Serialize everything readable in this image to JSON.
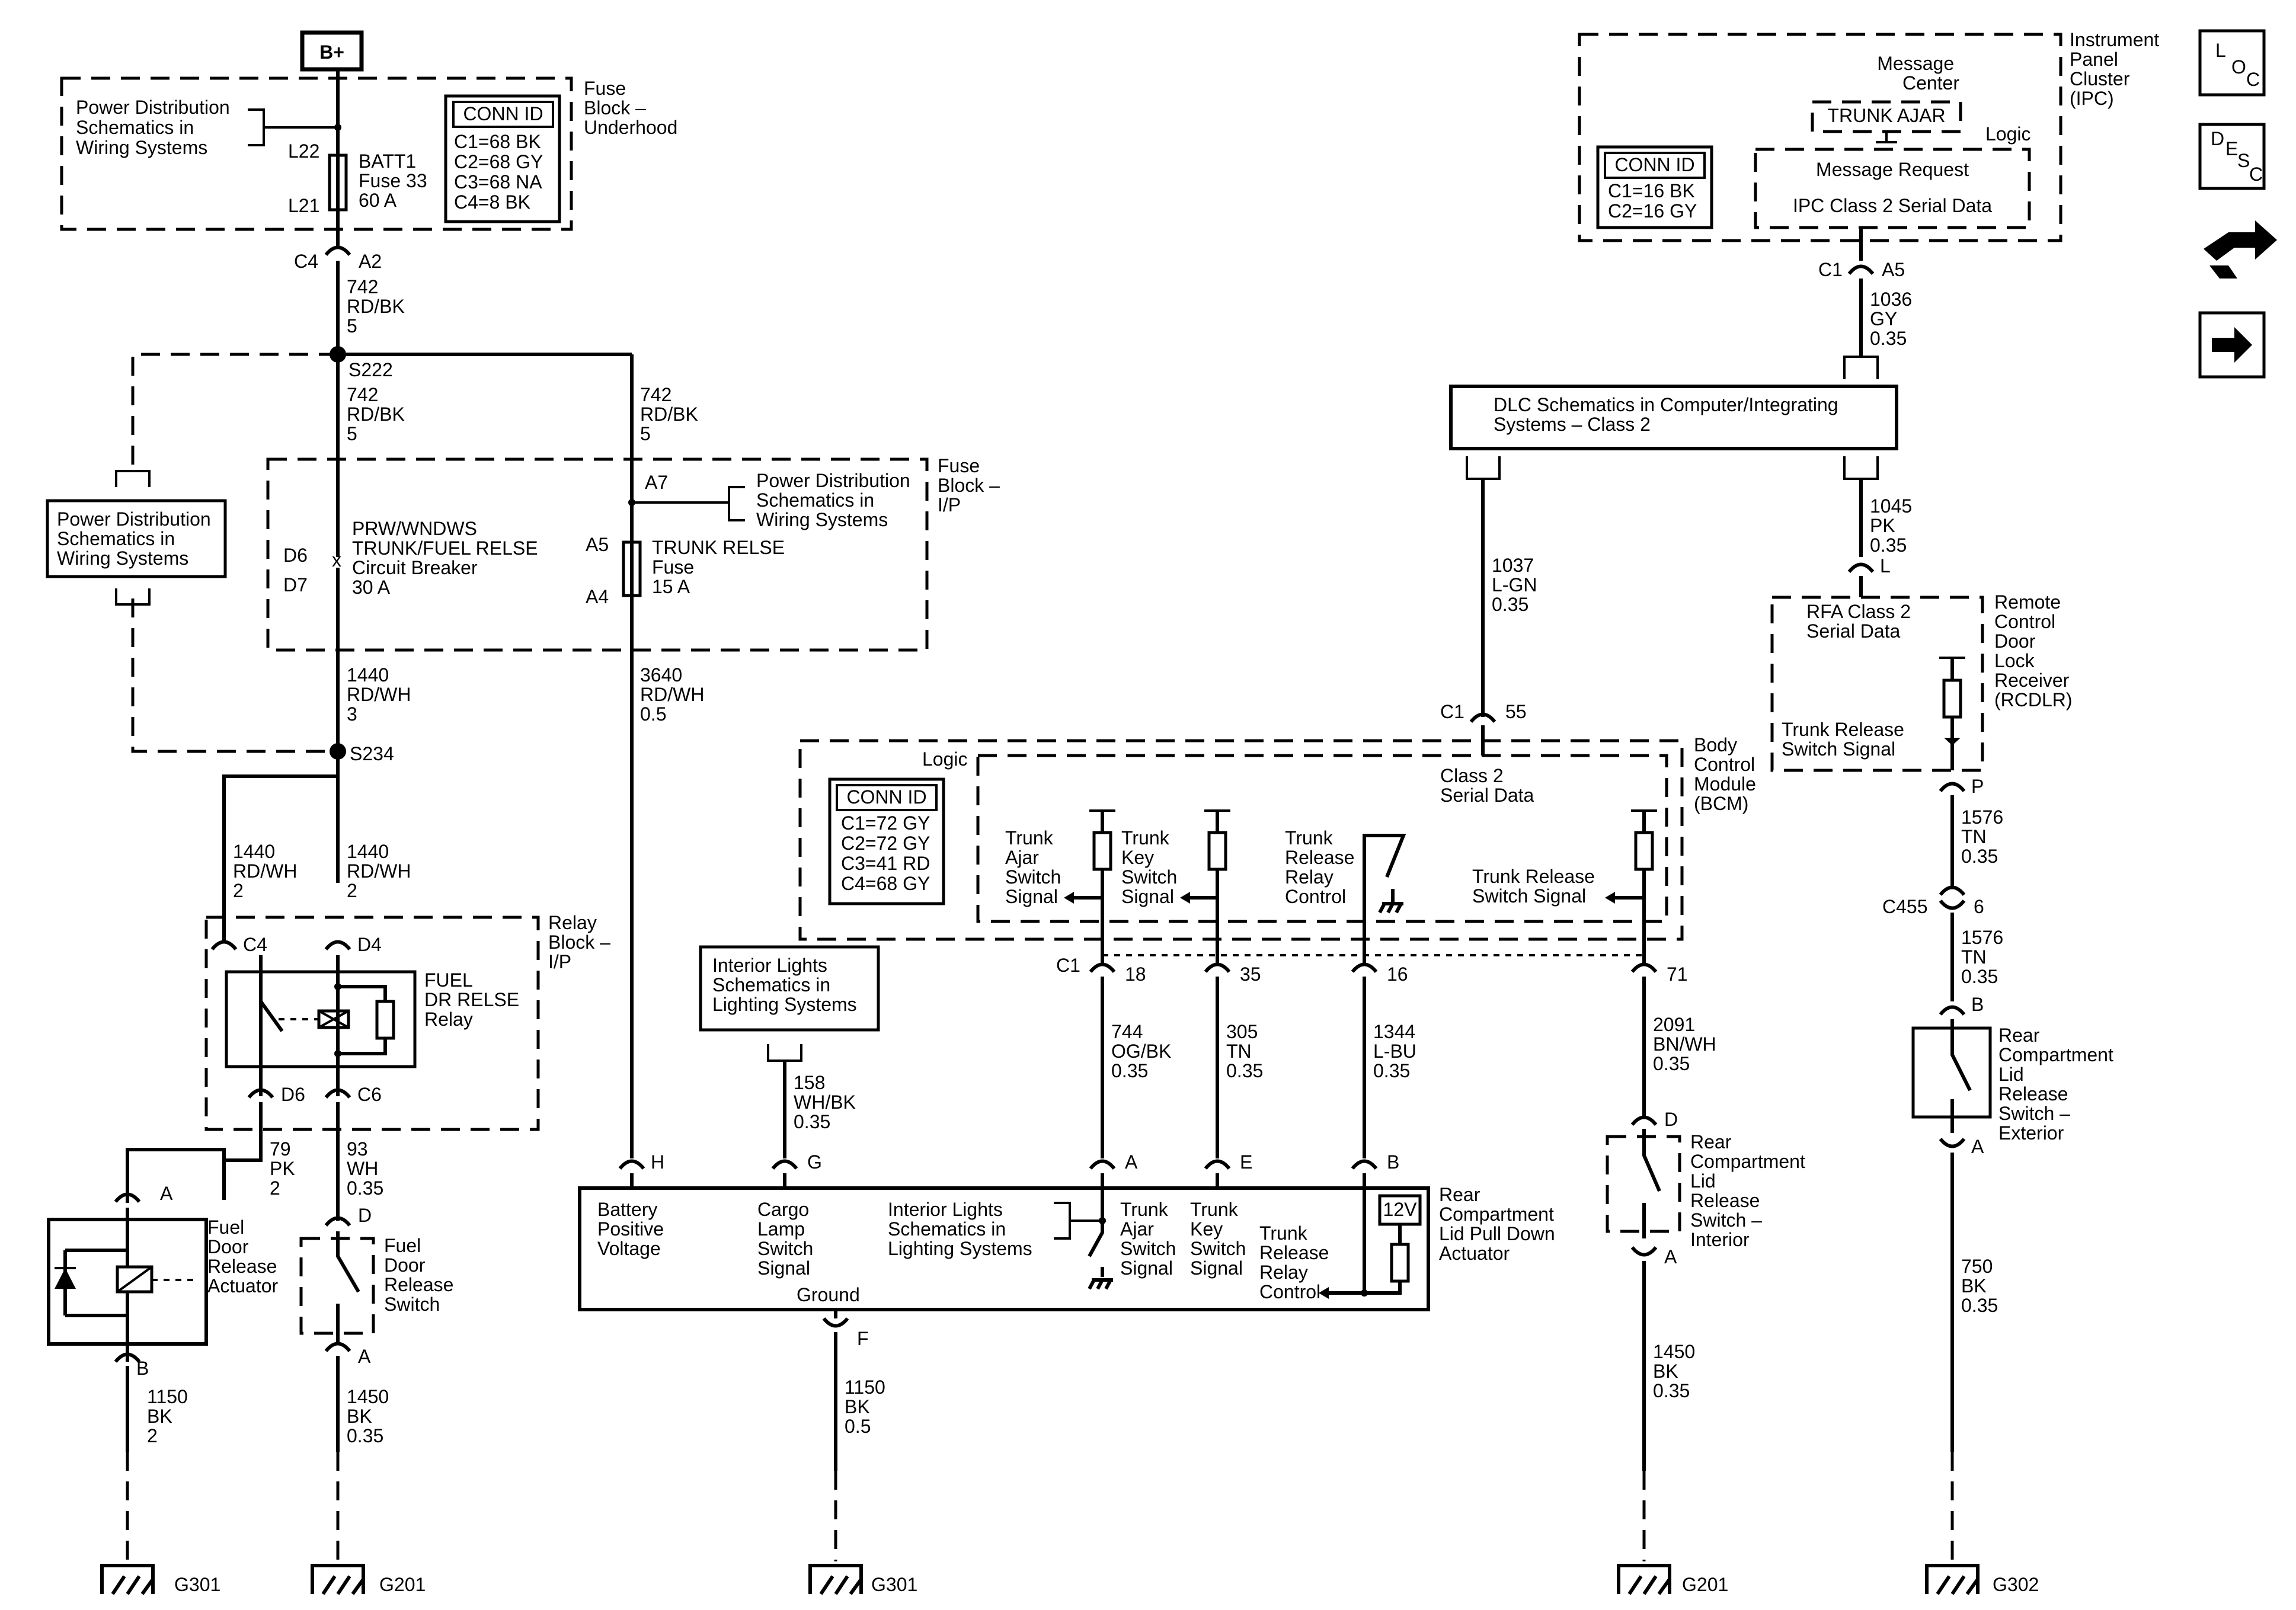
{
  "top": {
    "battery": "B+",
    "fuse_block_underhood": [
      "Fuse",
      "Block –",
      "Underhood"
    ],
    "power_dist_1": [
      "Power Distribution",
      "Schematics in",
      "Wiring Systems"
    ],
    "batt1": [
      "BATT1",
      "Fuse 33",
      "60 A"
    ],
    "l22": "L22",
    "l21": "L21",
    "conn_id_1": {
      "title": "CONN ID",
      "rows": [
        "C1=68 BK",
        "C2=68 GY",
        "C3=68 NA",
        "C4=8 BK"
      ]
    },
    "c4": "C4",
    "a2": "A2",
    "wire_742a": [
      "742",
      "RD/BK",
      "5"
    ],
    "s222": "S222",
    "wire_742b": [
      "742",
      "RD/BK",
      "5"
    ],
    "wire_742c": [
      "742",
      "RD/BK",
      "5"
    ]
  },
  "ip_block": {
    "fuse_block_ip": [
      "Fuse",
      "Block –",
      "I/P"
    ],
    "power_dist_2": [
      "Power Distribution",
      "Schematics in",
      "Wiring Systems"
    ],
    "power_dist_3": [
      "Power Distribution",
      "Schematics in",
      "Wiring Systems"
    ],
    "a7": "A7",
    "breaker": [
      "PRW/WNDWS",
      "TRUNK/FUEL RELSE",
      "Circuit Breaker",
      "30 A"
    ],
    "d6": "D6",
    "d7": "D7",
    "a5": "A5",
    "a4": "A4",
    "trunk_fuse": [
      "TRUNK RELSE",
      "Fuse",
      "15 A"
    ],
    "wire_1440a": [
      "1440",
      "RD/WH",
      "3"
    ],
    "wire_3640": [
      "3640",
      "RD/WH",
      "0.5"
    ],
    "s234": "S234",
    "wire_1440b": [
      "1440",
      "RD/WH",
      "2"
    ],
    "wire_1440c": [
      "1440",
      "RD/WH",
      "2"
    ]
  },
  "relay": {
    "relay_block": [
      "Relay",
      "Block –",
      "I/P"
    ],
    "c4": "C4",
    "d4": "D4",
    "d6": "D6",
    "c6": "C6",
    "name": [
      "FUEL",
      "DR RELSE",
      "Relay"
    ],
    "wire_79": [
      "79",
      "PK",
      "2"
    ],
    "wire_93": [
      "93",
      "WH",
      "0.35"
    ]
  },
  "fuel_door": {
    "a": "A",
    "b": "B",
    "actuator": [
      "Fuel",
      "Door",
      "Release",
      "Actuator"
    ],
    "wire_1150": [
      "1150",
      "BK",
      "2"
    ],
    "ground": "G301",
    "d": "D",
    "sw_a": "A",
    "switch": [
      "Fuel",
      "Door",
      "Release",
      "Switch"
    ],
    "wire_1450": [
      "1450",
      "BK",
      "0.35"
    ],
    "ground2": "G201"
  },
  "ipc": {
    "name": [
      "Instrument",
      "Panel",
      "Cluster",
      "(IPC)"
    ],
    "message_center": [
      "Message",
      "Center"
    ],
    "trunk_ajar": "TRUNK AJAR",
    "logic": "Logic",
    "message_request": "Message Request",
    "serial_data": "IPC Class 2 Serial Data",
    "conn_id": {
      "title": "CONN ID",
      "rows": [
        "C1=16 BK",
        "C2=16 GY"
      ]
    },
    "c1": "C1",
    "a5": "A5",
    "wire_1036": [
      "1036",
      "GY",
      "0.35"
    ]
  },
  "legend": {
    "loc": [
      "L",
      "O",
      "C"
    ],
    "desc": [
      "D",
      "E",
      "S",
      "C"
    ]
  },
  "dlc": {
    "label": [
      "DLC Schematics in Computer/Integrating",
      "Systems – Class 2"
    ],
    "wire_1037": [
      "1037",
      "L-GN",
      "0.35"
    ],
    "wire_1045": [
      "1045",
      "PK",
      "0.35"
    ],
    "c1": "C1",
    "pin55": "55"
  },
  "rcdlr": {
    "l": "L",
    "name": [
      "Remote",
      "Control",
      "Door",
      "Lock",
      "Receiver",
      "(RCDLR)"
    ],
    "rfa": [
      "RFA Class 2",
      "Serial Data"
    ],
    "trunk_release": [
      "Trunk Release",
      "Switch Signal"
    ],
    "p": "P",
    "wire_1576a": [
      "1576",
      "TN",
      "0.35"
    ],
    "c455": "C455",
    "pin6": "6",
    "wire_1576b": [
      "1576",
      "TN",
      "0.35"
    ],
    "b": "B",
    "a": "A",
    "ext_switch": [
      "Rear",
      "Compartment",
      "Lid",
      "Release",
      "Switch –",
      "Exterior"
    ],
    "wire_750": [
      "750",
      "BK",
      "0.35"
    ],
    "ground": "G302"
  },
  "bcm": {
    "name": [
      "Body",
      "Control",
      "Module",
      "(BCM)"
    ],
    "logic": "Logic",
    "class2": [
      "Class 2",
      "Serial Data"
    ],
    "conn_id": {
      "title": "CONN ID",
      "rows": [
        "C1=72 GY",
        "C2=72 GY",
        "C3=41 RD",
        "C4=68 GY"
      ]
    },
    "trunk_ajar": [
      "Trunk",
      "Ajar",
      "Switch",
      "Signal"
    ],
    "trunk_key": [
      "Trunk",
      "Key",
      "Switch",
      "Signal"
    ],
    "relay_control": [
      "Trunk",
      "Release",
      "Relay",
      "Control"
    ],
    "release_switch": [
      "Trunk Release",
      "Switch Signal"
    ],
    "c1": "C1",
    "pin18": "18",
    "pin35": "35",
    "pin16": "16",
    "pin71": "71",
    "wire_744": [
      "744",
      "OG/BK",
      "0.35"
    ],
    "wire_305": [
      "305",
      "TN",
      "0.35"
    ],
    "wire_1344": [
      "1344",
      "L-BU",
      "0.35"
    ],
    "wire_2091": [
      "2091",
      "BN/WH",
      "0.35"
    ]
  },
  "interior": {
    "label": [
      "Interior Lights",
      "Schematics in",
      "Lighting Systems"
    ],
    "wire_158": [
      "158",
      "WH/BK",
      "0.35"
    ]
  },
  "actuator": {
    "name": [
      "Rear",
      "Compartment",
      "Lid Pull Down",
      "Actuator"
    ],
    "h": "H",
    "g": "G",
    "a": "A",
    "e": "E",
    "b": "B",
    "f": "F",
    "battery_positive": [
      "Battery",
      "Positive",
      "Voltage"
    ],
    "cargo_lamp": [
      "Cargo",
      "Lamp",
      "Switch",
      "Signal"
    ],
    "interior_ref": [
      "Interior Lights",
      "Schematics in",
      "Lighting Systems"
    ],
    "trunk_ajar": [
      "Trunk",
      "Ajar",
      "Switch",
      "Signal"
    ],
    "trunk_key": [
      "Trunk",
      "Key",
      "Switch",
      "Signal"
    ],
    "relay_control": [
      "Trunk",
      "Release",
      "Relay",
      "Control"
    ],
    "v12": "12V",
    "ground_label": "Ground",
    "wire_1150": [
      "1150",
      "BK",
      "0.5"
    ],
    "ground": "G301"
  },
  "interior_switch": {
    "d": "D",
    "a": "A",
    "name": [
      "Rear",
      "Compartment",
      "Lid",
      "Release",
      "Switch –",
      "Interior"
    ],
    "wire_1450": [
      "1450",
      "BK",
      "0.35"
    ],
    "ground": "G201"
  }
}
